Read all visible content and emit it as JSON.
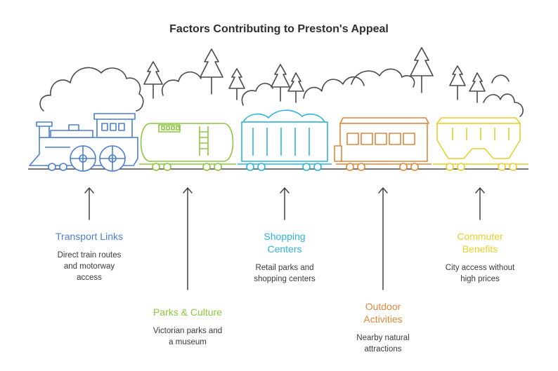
{
  "title": "Factors Contributing to Preston's Appeal",
  "colors": {
    "blue": "#4a7fd4",
    "green": "#8dc63f",
    "cyan": "#2fb3dd",
    "orange": "#e0873a",
    "yellow": "#e7cf2d",
    "outline": "#4a4a4a",
    "arrow": "#444444"
  },
  "factors": [
    {
      "heading_line1": "Transport Links",
      "heading_line2": "",
      "desc_line1": "Direct train routes",
      "desc_line2": "and motorway",
      "desc_line3": "access",
      "color": "#4a7fd4"
    },
    {
      "heading_line1": "Parks & Culture",
      "heading_line2": "",
      "desc_line1": "Victorian parks and",
      "desc_line2": "a museum",
      "desc_line3": "",
      "color": "#8dc63f"
    },
    {
      "heading_line1": "Shopping",
      "heading_line2": "Centers",
      "desc_line1": "Retail parks and",
      "desc_line2": "shopping centers",
      "desc_line3": "",
      "color": "#2fb3dd"
    },
    {
      "heading_line1": "Outdoor",
      "heading_line2": "Activities",
      "desc_line1": "Nearby natural",
      "desc_line2": "attractions",
      "desc_line3": "",
      "color": "#e0873a"
    },
    {
      "heading_line1": "Commuter",
      "heading_line2": "Benefits",
      "desc_line1": "City access without",
      "desc_line2": "high prices",
      "desc_line3": "",
      "color": "#e7cf2d"
    }
  ]
}
